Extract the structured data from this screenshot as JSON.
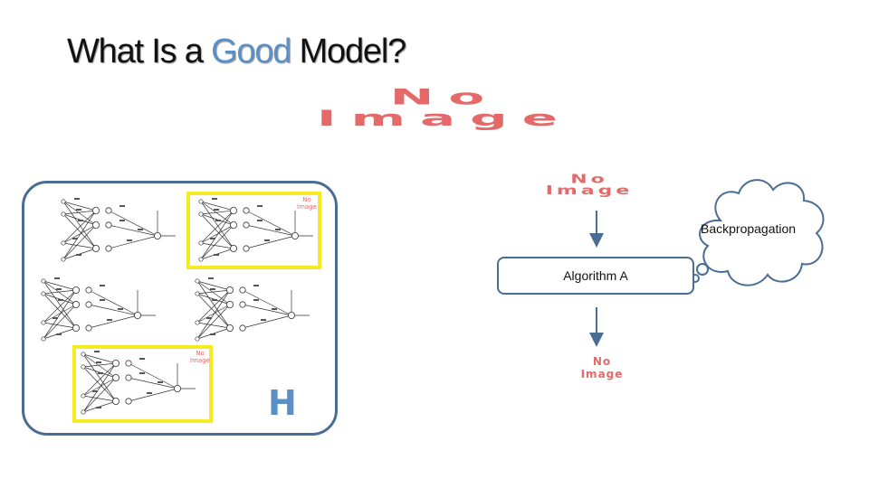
{
  "title": {
    "before": "What Is a ",
    "accent": "Good",
    "after": " Model?"
  },
  "placeholders": {
    "large": {
      "line1": "No",
      "line2": "Image"
    },
    "small": {
      "line1": "No",
      "line2": "Image"
    },
    "bottom": {
      "line1": "No",
      "line2": "Image"
    },
    "network_top": {
      "line1": "No",
      "line2": "Image"
    },
    "network_bottom": {
      "line1": "No",
      "line2": "Image"
    }
  },
  "hypothesis_label": "H",
  "algorithm_label": "Algorithm A",
  "cloud_label": "Backpropagation",
  "colors": {
    "accent": "#5a90c4",
    "border": "#4a6d93",
    "highlight": "#f6ea25",
    "placeholder": "#e46a6a"
  },
  "icons": [
    "neural-network-icon",
    "arrow-down-icon",
    "cloud-icon"
  ]
}
